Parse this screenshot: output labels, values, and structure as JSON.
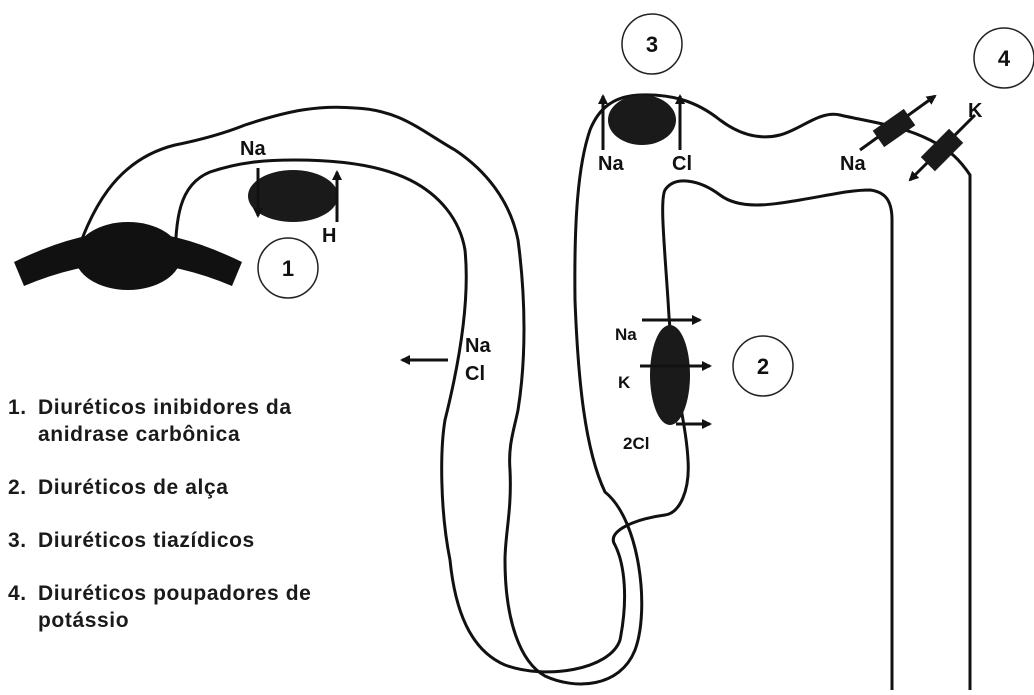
{
  "markers": [
    "1",
    "2",
    "3",
    "4"
  ],
  "ions": {
    "site1_na": "Na",
    "site1_h": "H",
    "limb_na": "Na",
    "limb_cl": "Cl",
    "site2_na": "Na",
    "site2_k": "K",
    "site2_2cl": "2Cl",
    "site3_na": "Na",
    "site3_cl": "Cl",
    "site4_na": "Na",
    "site4_k": "K"
  },
  "legend": [
    {
      "number": "1.",
      "text": "Diuréticos inibidores da anidrase carbônica"
    },
    {
      "number": "2.",
      "text": "Diuréticos de alça"
    },
    {
      "number": "3.",
      "text": "Diuréticos tiazídicos"
    },
    {
      "number": "4.",
      "text": "Diuréticos poupadores de potássio"
    }
  ],
  "colors": {
    "outline": "#111111",
    "fill": "#1a1a1a",
    "background": "#ffffff"
  }
}
